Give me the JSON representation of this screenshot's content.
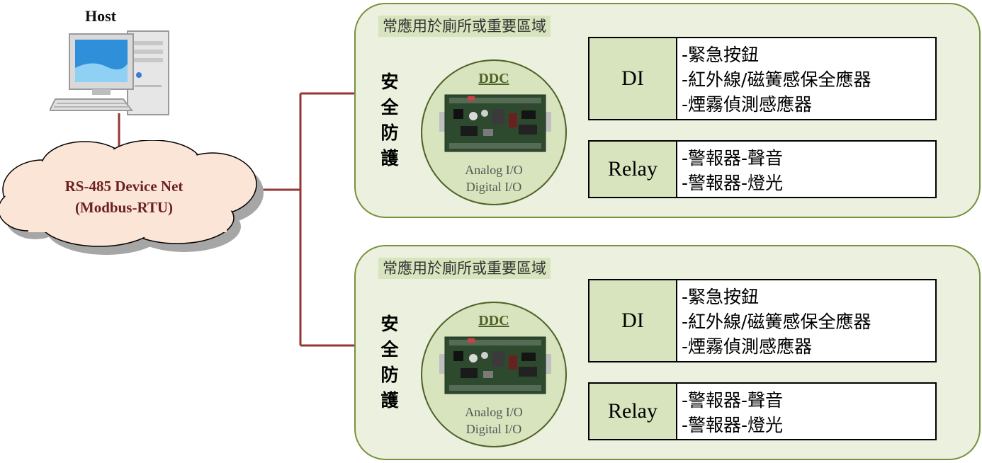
{
  "host": {
    "label": "Host"
  },
  "network": {
    "line1": "RS-485  Device Net",
    "line2": "(Modbus-RTU)"
  },
  "colors": {
    "panel_bg": "#ebf1de",
    "panel_border": "#76923c",
    "label_bg": "#d7e4bd",
    "wire": "#943634"
  },
  "panels": [
    {
      "area_label": "常應用於廁所或重要區域",
      "vertical_title": [
        "安",
        "全",
        "防",
        "護"
      ],
      "controller": {
        "name": "DDC",
        "io_line1": "Analog I/O",
        "io_line2": "Digital I/O"
      },
      "di": {
        "label": "DI",
        "items": [
          "-緊急按鈕",
          "-紅外線/磁簧感保全應器",
          "-煙霧偵測感應器"
        ]
      },
      "relay": {
        "label": "Relay",
        "items": [
          "-警報器-聲音",
          "-警報器-燈光"
        ]
      }
    },
    {
      "area_label": "常應用於廁所或重要區域",
      "vertical_title": [
        "安",
        "全",
        "防",
        "護"
      ],
      "controller": {
        "name": "DDC",
        "io_line1": "Analog I/O",
        "io_line2": "Digital I/O"
      },
      "di": {
        "label": "DI",
        "items": [
          "-緊急按鈕",
          "-紅外線/磁簧感保全應器",
          "-煙霧偵測感應器"
        ]
      },
      "relay": {
        "label": "Relay",
        "items": [
          "-警報器-聲音",
          "-警報器-燈光"
        ]
      }
    }
  ]
}
